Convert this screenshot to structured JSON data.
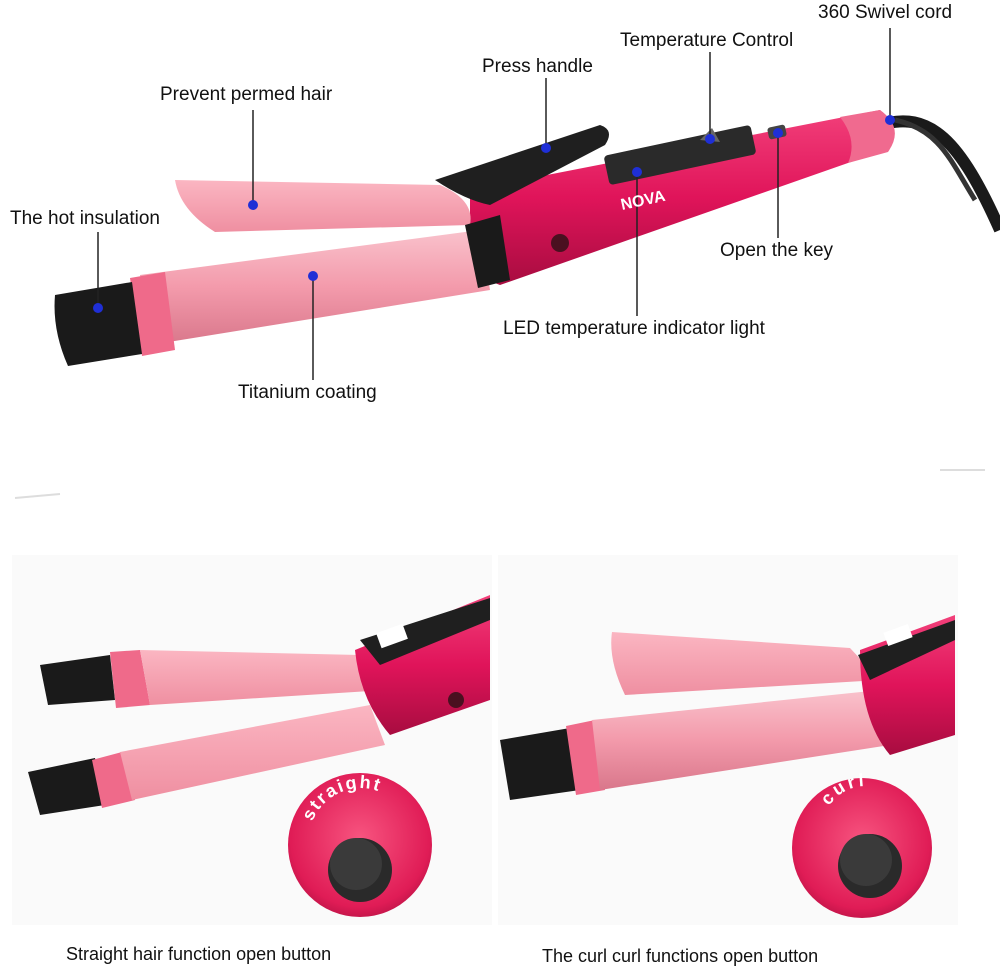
{
  "labels": {
    "swivel_cord": "360 Swivel cord",
    "temperature_control": "Temperature Control",
    "press_handle": "Press handle",
    "prevent_permed_hair": "Prevent permed hair",
    "hot_insulation": "The hot insulation",
    "open_key": "Open the key",
    "led_indicator": "LED temperature indicator light",
    "titanium_coating": "Titanium coating"
  },
  "device": {
    "brand": "NOVA"
  },
  "buttons": {
    "straight_text": "straight",
    "curl_text": "curl"
  },
  "captions": {
    "straight": "Straight hair function open button",
    "curl": "The curl curl functions open button"
  },
  "colors": {
    "pink_light": "#f7a3b3",
    "pink_body": "#e6195a",
    "dark": "#1a1a1a",
    "indicator_dot": "#1f2fd6"
  }
}
